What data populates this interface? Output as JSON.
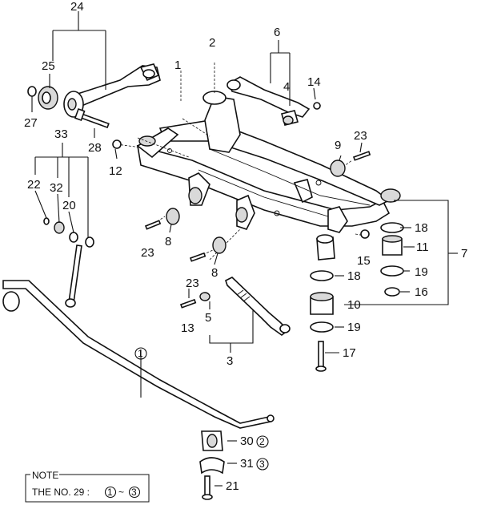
{
  "callouts": {
    "c1": "1",
    "c2": "2",
    "c3": "3",
    "c4": "4",
    "c5": "5",
    "c6": "6",
    "c7": "7",
    "c8a": "8",
    "c8b": "8",
    "c9": "9",
    "c10": "10",
    "c11": "11",
    "c12": "12",
    "c13": "13",
    "c14": "14",
    "c15": "15",
    "c16": "16",
    "c17": "17",
    "c18a": "18",
    "c18b": "18",
    "c19a": "19",
    "c19b": "19",
    "c20": "20",
    "c21": "21",
    "c22": "22",
    "c23a": "23",
    "c23b": "23",
    "c23c": "23",
    "c24": "24",
    "c25": "25",
    "c27": "27",
    "c28": "28",
    "c30": "30",
    "c31": "31",
    "c32": "32",
    "c33": "33"
  },
  "circled": {
    "one": "1",
    "two": "2",
    "three": "3"
  },
  "note": {
    "title": "NOTE",
    "prefix": "THE NO. 29 : ",
    "range_sep": "~"
  }
}
